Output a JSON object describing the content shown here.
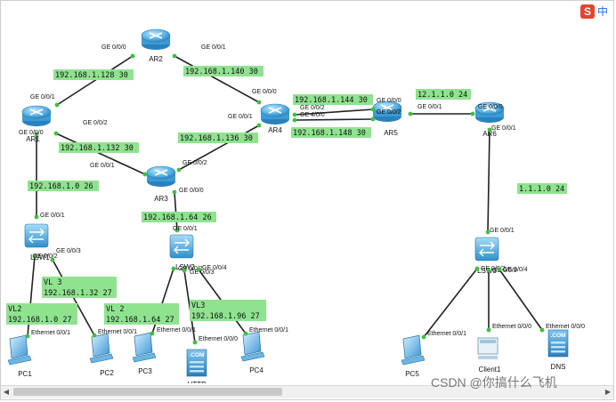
{
  "devices": [
    {
      "id": "AR2",
      "label": "AR2",
      "type": "router"
    },
    {
      "id": "AR1",
      "label": "AR1",
      "type": "router"
    },
    {
      "id": "AR3",
      "label": "AR3",
      "type": "router"
    },
    {
      "id": "AR4",
      "label": "AR4",
      "type": "router"
    },
    {
      "id": "AR5",
      "label": "AR5",
      "type": "router"
    },
    {
      "id": "AR6",
      "label": "AR6",
      "type": "router"
    },
    {
      "id": "LSW1",
      "label": "LSW1",
      "type": "switch"
    },
    {
      "id": "LSW2",
      "label": "LSW2",
      "type": "switch"
    },
    {
      "id": "LSW3",
      "label": "LSW3",
      "type": "switch"
    },
    {
      "id": "PC1",
      "label": "PC1",
      "type": "pc"
    },
    {
      "id": "PC2",
      "label": "PC2",
      "type": "pc"
    },
    {
      "id": "PC3",
      "label": "PC3",
      "type": "pc"
    },
    {
      "id": "PC4",
      "label": "PC4",
      "type": "pc"
    },
    {
      "id": "PC5",
      "label": "PC5",
      "type": "pc"
    },
    {
      "id": "HTTP",
      "label": "HTTP",
      "type": "server"
    },
    {
      "id": "Client1",
      "label": "Client1",
      "type": "client"
    },
    {
      "id": "DNS",
      "label": "DNS",
      "type": "server"
    }
  ],
  "links": [
    {
      "a": "AR2",
      "b": "AR1",
      "a_port": "GE 0/0/0",
      "b_port": "GE 0/0/1"
    },
    {
      "a": "AR2",
      "b": "AR4",
      "a_port": "GE 0/0/1",
      "b_port": "GE 0/0/0"
    },
    {
      "a": "AR1",
      "b": "AR3",
      "a_port": "GE 0/0/2",
      "b_port": "GE 0/0/1"
    },
    {
      "a": "AR3",
      "b": "AR4",
      "a_port": "GE 0/0/2",
      "b_port": "GE 0/0/1"
    },
    {
      "a": "AR4",
      "b": "AR5",
      "a_port": "GE 0/0/2",
      "b_port": "GE 0/0/0"
    },
    {
      "a": "AR4",
      "b": "AR5",
      "a_port": "GE 4/0/0",
      "b_port": "GE 0/0/2"
    },
    {
      "a": "AR5",
      "b": "AR6",
      "a_port": "GE 0/0/1",
      "b_port": "GE 0/0/0"
    },
    {
      "a": "AR1",
      "b": "LSW1",
      "a_port": "GE 0/0/0",
      "b_port": "GE 0/0/1"
    },
    {
      "a": "AR3",
      "b": "LSW2",
      "a_port": "GE 0/0/0",
      "b_port": "GE 0/0/1"
    },
    {
      "a": "AR6",
      "b": "LSW3",
      "a_port": "GE 0/0/1",
      "b_port": "GE 0/0/1"
    },
    {
      "a": "LSW1",
      "b": "PC1",
      "a_port": "GE 0/0/2",
      "b_port": "Ethernet 0/0/1"
    },
    {
      "a": "LSW1",
      "b": "PC2",
      "a_port": "GE 0/0/3",
      "b_port": "Ethernet 0/0/1"
    },
    {
      "a": "LSW2",
      "b": "PC3",
      "a_port": "GE 0/0/2",
      "b_port": "Ethernet 0/0/1"
    },
    {
      "a": "LSW2",
      "b": "HTTP",
      "a_port": "GE 0/0/3",
      "b_port": "Ethernet 0/0/0"
    },
    {
      "a": "LSW2",
      "b": "PC4",
      "a_port": "GE 0/0/4",
      "b_port": "Ethernet 0/0/1"
    },
    {
      "a": "LSW3",
      "b": "PC5",
      "a_port": "GE 0/0/2",
      "b_port": "Ethernet 0/0/1"
    },
    {
      "a": "LSW3",
      "b": "Client1",
      "a_port": "GE 0/0/3",
      "b_port": "Ethernet 0/0/0"
    },
    {
      "a": "LSW3",
      "b": "DNS",
      "a_port": "GE 0/0/4",
      "b_port": "Ethernet 0/0/0"
    }
  ],
  "networks": [
    {
      "id": "n_ar1_ar2",
      "lines": [
        "192.168.1.128 30"
      ]
    },
    {
      "id": "n_ar2_ar4",
      "lines": [
        "192.168.1.140 30"
      ]
    },
    {
      "id": "n_ar1_ar3",
      "lines": [
        "192.168.1.132 30"
      ]
    },
    {
      "id": "n_ar3_ar4",
      "lines": [
        "192.168.1.136 30"
      ]
    },
    {
      "id": "n_ar4_ar5_a",
      "lines": [
        "192.168.1.144 30"
      ]
    },
    {
      "id": "n_ar4_ar5_b",
      "lines": [
        "192.168.1.148 30"
      ]
    },
    {
      "id": "n_ar5_ar6",
      "lines": [
        "12.1.1.0 24"
      ]
    },
    {
      "id": "n_ar1_lsw1",
      "lines": [
        "192.168.1.0 26"
      ]
    },
    {
      "id": "n_ar3_lsw2",
      "lines": [
        "192.168.1.64 26"
      ]
    },
    {
      "id": "n_ar6_lsw3",
      "lines": [
        "1.1.1.0 24"
      ]
    },
    {
      "id": "n_vl3_left",
      "lines": [
        "VL 3",
        "192.168.1.32 27"
      ]
    },
    {
      "id": "n_vl2_left",
      "lines": [
        "VL2",
        "192.168.1.0 27"
      ]
    },
    {
      "id": "n_vl2_mid",
      "lines": [
        "VL 2",
        "192.168.1.64 27"
      ]
    },
    {
      "id": "n_vl3_mid",
      "lines": [
        "VL3",
        "192.168.1.96 27"
      ]
    }
  ],
  "ime": {
    "badge": "S",
    "mode": "中"
  },
  "watermark": "CSDN @你搞什么飞机",
  "colors": {
    "router": "#5ab4e6",
    "switch": "#4aa8dc",
    "label_bg": "#8fe38f",
    "link": "#222222",
    "port_dot": "#3fbf3f"
  }
}
